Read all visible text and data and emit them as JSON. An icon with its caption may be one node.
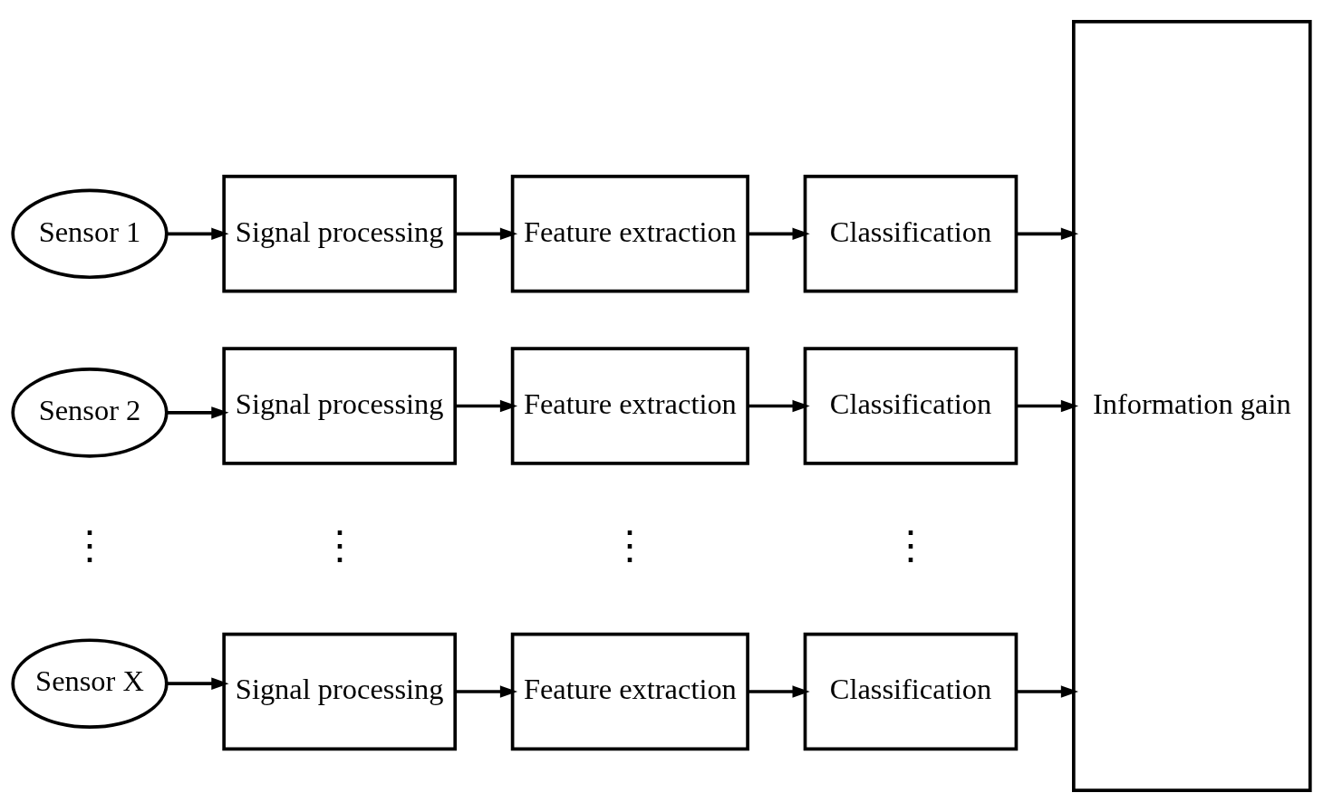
{
  "diagram": {
    "nodes": [
      {
        "text": [
          "Sensor 1"
        ]
      },
      {
        "text": [
          "Signal processing"
        ]
      },
      {
        "text": [
          "Feature extraction"
        ]
      },
      {
        "text": [
          "Classification"
        ]
      },
      {
        "text": [
          "Sensor 2"
        ]
      },
      {
        "text": [
          "Signal processing"
        ]
      },
      {
        "text": [
          "Feature extraction"
        ]
      },
      {
        "text": [
          "Classification"
        ]
      },
      {
        "text": [
          "Sensor X"
        ]
      },
      {
        "text": [
          "Signal processing"
        ]
      },
      {
        "text": [
          "Feature extraction"
        ]
      },
      {
        "text": [
          "Classification"
        ]
      },
      {
        "text": [
          "Information gain"
        ]
      }
    ],
    "edges": [
      {
        "from": 0,
        "to": 1,
        "arrow": "to"
      },
      {
        "from": 1,
        "to": 2,
        "arrow": "to"
      },
      {
        "from": 2,
        "to": 3,
        "arrow": "to"
      },
      {
        "from": 4,
        "to": 5,
        "arrow": "to"
      },
      {
        "from": 5,
        "to": 6,
        "arrow": "to"
      },
      {
        "from": 6,
        "to": 7,
        "arrow": "to"
      },
      {
        "from": 8,
        "to": 9,
        "arrow": "to"
      },
      {
        "from": 9,
        "to": 10,
        "arrow": "to"
      },
      {
        "from": 10,
        "to": 11,
        "arrow": "to"
      },
      {
        "from": 3,
        "to": 12,
        "arrow": "to"
      },
      {
        "from": 7,
        "to": 12,
        "arrow": "to"
      },
      {
        "from": 11,
        "to": 12,
        "arrow": "to"
      }
    ],
    "labels": [
      "⋮",
      "⋮",
      "⋮",
      "⋮"
    ]
  }
}
